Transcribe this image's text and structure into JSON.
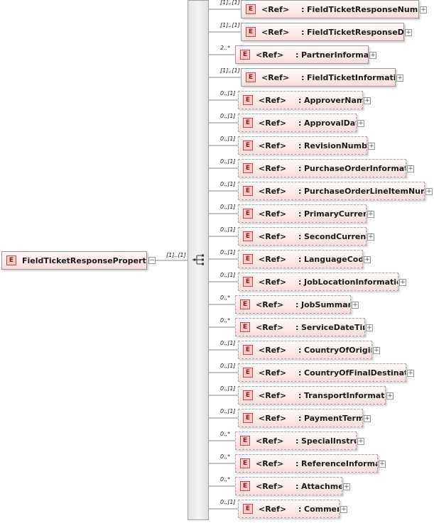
{
  "root": {
    "name": "FieldTicketResponseProperties",
    "badge": "E",
    "collapse_symbol": "−",
    "cardinality": "[1]..[1]"
  },
  "expand_symbol": "+",
  "children": [
    {
      "badge": "E",
      "ref": "<Ref>",
      "sep": ":",
      "name": "FieldTicketResponseNumber",
      "cardinality": "[1]..[1]",
      "optional": false
    },
    {
      "badge": "E",
      "ref": "<Ref>",
      "sep": ":",
      "name": "FieldTicketResponseDate",
      "cardinality": "[1]..[1]",
      "optional": false
    },
    {
      "badge": "E",
      "ref": "<Ref>",
      "sep": ":",
      "name": "PartnerInformation",
      "cardinality": "2..*",
      "optional": false
    },
    {
      "badge": "E",
      "ref": "<Ref>",
      "sep": ":",
      "name": "FieldTicketInformation",
      "cardinality": "[1]..[1]",
      "optional": false
    },
    {
      "badge": "E",
      "ref": "<Ref>",
      "sep": ":",
      "name": "ApproverName",
      "cardinality": "0..[1]",
      "optional": true
    },
    {
      "badge": "E",
      "ref": "<Ref>",
      "sep": ":",
      "name": "ApprovalDate",
      "cardinality": "0..[1]",
      "optional": true
    },
    {
      "badge": "E",
      "ref": "<Ref>",
      "sep": ":",
      "name": "RevisionNumber",
      "cardinality": "0..[1]",
      "optional": true
    },
    {
      "badge": "E",
      "ref": "<Ref>",
      "sep": ":",
      "name": "PurchaseOrderInformation",
      "cardinality": "0..[1]",
      "optional": true
    },
    {
      "badge": "E",
      "ref": "<Ref>",
      "sep": ":",
      "name": "PurchaseOrderLineItemNumber",
      "cardinality": "0..[1]",
      "optional": true
    },
    {
      "badge": "E",
      "ref": "<Ref>",
      "sep": ":",
      "name": "PrimaryCurrency",
      "cardinality": "0..[1]",
      "optional": true
    },
    {
      "badge": "E",
      "ref": "<Ref>",
      "sep": ":",
      "name": "SecondCurrency",
      "cardinality": "0..[1]",
      "optional": true
    },
    {
      "badge": "E",
      "ref": "<Ref>",
      "sep": ":",
      "name": "LanguageCode",
      "cardinality": "0..[1]",
      "optional": true
    },
    {
      "badge": "E",
      "ref": "<Ref>",
      "sep": ":",
      "name": "JobLocationInformation",
      "cardinality": "0..[1]",
      "optional": true
    },
    {
      "badge": "E",
      "ref": "<Ref>",
      "sep": ":",
      "name": "JobSummary",
      "cardinality": "0..*",
      "optional": true
    },
    {
      "badge": "E",
      "ref": "<Ref>",
      "sep": ":",
      "name": "ServiceDateTime",
      "cardinality": "0..*",
      "optional": true
    },
    {
      "badge": "E",
      "ref": "<Ref>",
      "sep": ":",
      "name": "CountryOfOrigin",
      "cardinality": "0..[1]",
      "optional": true
    },
    {
      "badge": "E",
      "ref": "<Ref>",
      "sep": ":",
      "name": "CountryOfFinalDestination",
      "cardinality": "0..[1]",
      "optional": true
    },
    {
      "badge": "E",
      "ref": "<Ref>",
      "sep": ":",
      "name": "TransportInformation",
      "cardinality": "0..[1]",
      "optional": true
    },
    {
      "badge": "E",
      "ref": "<Ref>",
      "sep": ":",
      "name": "PaymentTerms",
      "cardinality": "0..[1]",
      "optional": true
    },
    {
      "badge": "E",
      "ref": "<Ref>",
      "sep": ":",
      "name": "SpecialInstructions",
      "cardinality": "0..*",
      "optional": true
    },
    {
      "badge": "E",
      "ref": "<Ref>",
      "sep": ":",
      "name": "ReferenceInformation",
      "cardinality": "0..*",
      "optional": true
    },
    {
      "badge": "E",
      "ref": "<Ref>",
      "sep": ":",
      "name": "Attachment",
      "cardinality": "0..*",
      "optional": true
    },
    {
      "badge": "E",
      "ref": "<Ref>",
      "sep": ":",
      "name": "Comment",
      "cardinality": "0..[1]",
      "optional": true
    }
  ]
}
